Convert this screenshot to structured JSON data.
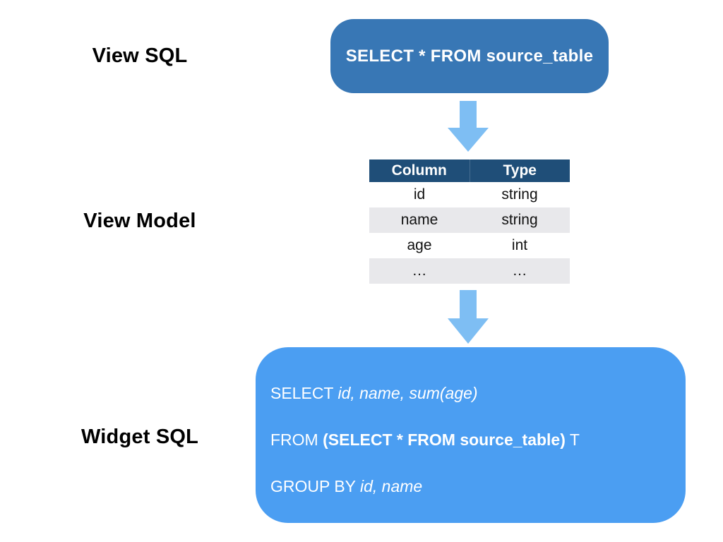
{
  "diagram": {
    "labels": {
      "view_sql": "View SQL",
      "view_model": "View Model",
      "widget_sql": "Widget SQL"
    },
    "view_sql_box": {
      "text": "SELECT * FROM source_table"
    },
    "view_model_table": {
      "headers": [
        "Column",
        "Type"
      ],
      "rows": [
        [
          "id",
          "string"
        ],
        [
          "name",
          "string"
        ],
        [
          "age",
          "int"
        ],
        [
          "…",
          "…"
        ]
      ]
    },
    "widget_sql_box": {
      "line1": {
        "keyword": "SELECT ",
        "italic": "id, name, sum(age)"
      },
      "line2": {
        "keyword": "FROM ",
        "bold": "(SELECT * FROM source_table)",
        "suffix": " T"
      },
      "line3": {
        "keyword": "GROUP BY ",
        "italic": "id, name"
      }
    },
    "icons": {
      "arrow1": "down-arrow-icon",
      "arrow2": "down-arrow-icon"
    },
    "colors": {
      "view_sql_box_bg": "#3877B5",
      "widget_sql_box_bg": "#4B9EF2",
      "table_header_bg": "#1F4E78",
      "table_stripe_bg": "#E8E8EB",
      "arrow": "#7EBEF3",
      "text_on_blue": "#FFFFFF",
      "label_text": "#000000"
    }
  }
}
